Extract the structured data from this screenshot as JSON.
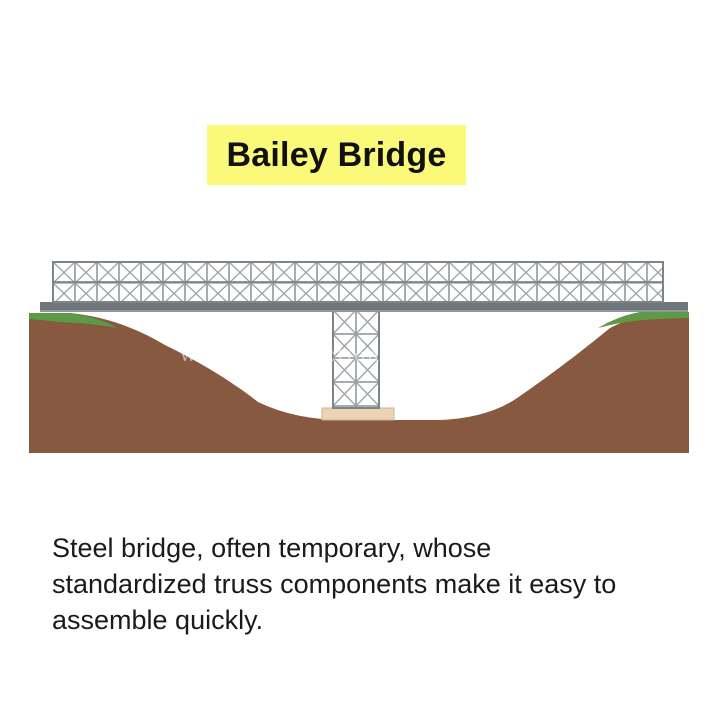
{
  "title": "Bailey Bridge",
  "watermark": "www.visualdictionaryonline.com",
  "description": {
    "lines": [
      "Steel bridge, often temporary, whose",
      "standardized truss components make it easy to",
      "assemble quickly."
    ]
  },
  "colors": {
    "title_highlight": "#fbf97a",
    "soil": "#865940",
    "grass": "#5d9a45",
    "steel": "#9aa1a6",
    "deck": "#6f767b",
    "footing": "#ecd3b4"
  }
}
